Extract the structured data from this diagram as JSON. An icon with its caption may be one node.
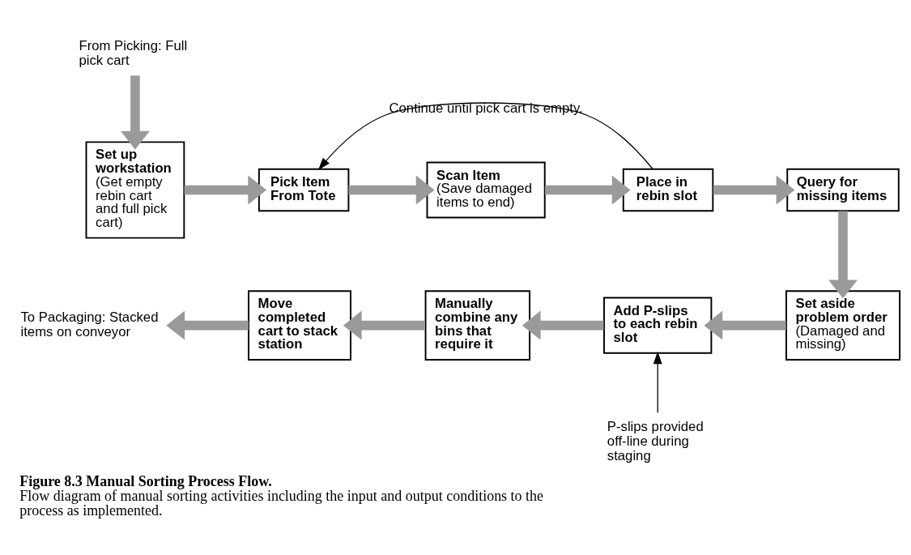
{
  "diagram": {
    "title": "Figure 8.3 Manual Sorting Process Flow.",
    "caption": "Flow diagram of manual sorting activities including the input and output conditions to the process as implemented.",
    "nodes": [
      {
        "text": [
          "From Picking: Full pick cart"
        ]
      },
      {
        "text": [
          "Set up workstation",
          "(Get empty rebin cart and full pick cart)"
        ]
      },
      {
        "text": [
          "Pick Item From Tote"
        ]
      },
      {
        "text": [
          "Scan Item",
          "(Save damaged items to end)"
        ]
      },
      {
        "text": [
          "Place in rebin slot"
        ]
      },
      {
        "text": [
          "Query for missing items"
        ]
      },
      {
        "text": [
          "Set aside problem order",
          "(Damaged and missing)"
        ]
      },
      {
        "text": [
          "Add P-slips to each rebin slot"
        ]
      },
      {
        "text": [
          "Manually combine any bins that require it"
        ]
      },
      {
        "text": [
          "Move completed cart to stack station"
        ]
      },
      {
        "text": [
          "To Packaging: Stacked items on conveyor"
        ]
      },
      {
        "text": [
          "P-slips provided off-line during staging"
        ]
      }
    ],
    "edges": [
      {
        "from": 0,
        "to": 1,
        "arrow": "to"
      },
      {
        "from": 1,
        "to": 2,
        "arrow": "to"
      },
      {
        "from": 2,
        "to": 3,
        "arrow": "to"
      },
      {
        "from": 3,
        "to": 4,
        "arrow": "to"
      },
      {
        "from": 4,
        "to": 5,
        "arrow": "to"
      },
      {
        "from": 4,
        "to": 2,
        "arrow": "to",
        "label": "Continue until pick cart is empty.",
        "color": "#000000"
      },
      {
        "from": 5,
        "to": 6,
        "arrow": "to"
      },
      {
        "from": 6,
        "to": 7,
        "arrow": "to"
      },
      {
        "from": 7,
        "to": 8,
        "arrow": "to"
      },
      {
        "from": 8,
        "to": 9,
        "arrow": "to"
      },
      {
        "from": 9,
        "to": 10,
        "arrow": "to"
      },
      {
        "from": 11,
        "to": 7,
        "arrow": "to",
        "color": "#000000"
      }
    ]
  }
}
